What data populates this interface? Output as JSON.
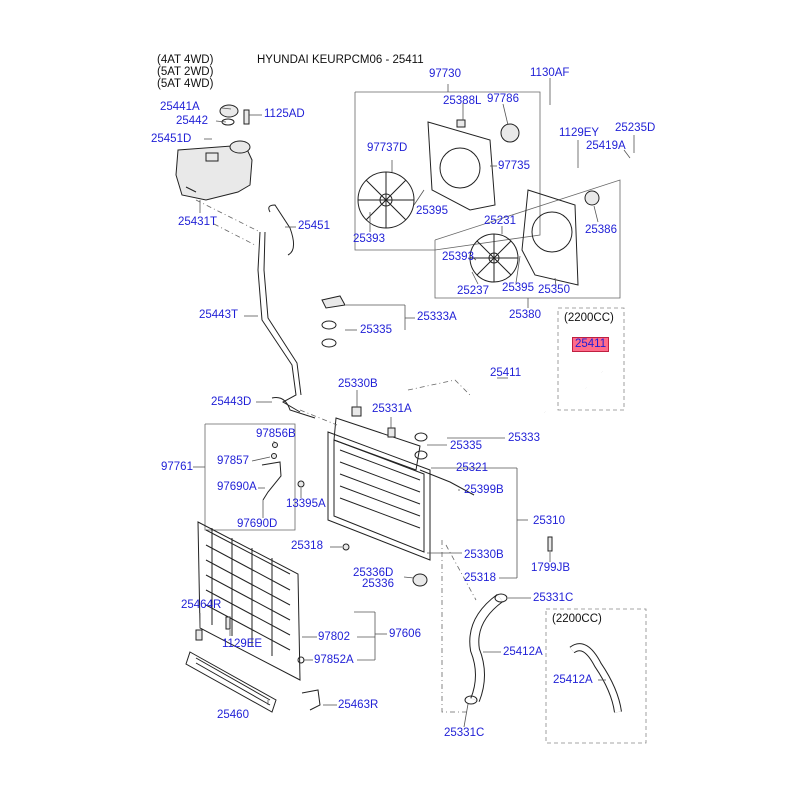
{
  "header": {
    "variants": [
      "(4AT 4WD)",
      "(5AT 2WD)",
      "(5AT 4WD)"
    ],
    "title": "HYUNDAI KEURPCM06 - 25411"
  },
  "groups": {
    "g2200_a": "(2200CC)",
    "g2200_b": "(2200CC)"
  },
  "highlight": "25411",
  "parts": {
    "p25441A": "25441A",
    "p25442": "25442",
    "p1125AD": "1125AD",
    "p25451D": "25451D",
    "p25431T": "25431T",
    "p25451": "25451",
    "p25443T": "25443T",
    "p25443D": "25443D",
    "p97730": "97730",
    "p25388L": "25388L",
    "p97786": "97786",
    "p1130AF": "1130AF",
    "p97737D": "97737D",
    "p97735": "97735",
    "p25395a": "25395",
    "p25393a": "25393",
    "p1129EY": "1129EY",
    "p25235D": "25235D",
    "p25419A": "25419A",
    "p25231": "25231",
    "p25386": "25386",
    "p25393b": "25393",
    "p25237": "25237",
    "p25395b": "25395",
    "p25350": "25350",
    "p25380": "25380",
    "p25333A": "25333A",
    "p25335a": "25335",
    "p25411main": "25411",
    "p25330B": "25330B",
    "p25331A": "25331A",
    "p25335b": "25335",
    "p25333": "25333",
    "p25321": "25321",
    "p25399B": "25399B",
    "p25310": "25310",
    "p25330Bb": "25330B",
    "p25318b": "25318",
    "p25318a": "25318",
    "p1799JB": "1799JB",
    "p25336D": "25336D",
    "p25336": "25336",
    "p97856B": "97856B",
    "p97857": "97857",
    "p97761": "97761",
    "p97690A": "97690A",
    "p13395A": "13395A",
    "p97690D": "97690D",
    "p25464R": "25464R",
    "p1129EE": "1129EE",
    "p97802": "97802",
    "p97606": "97606",
    "p97852A": "97852A",
    "p25460": "25460",
    "p25463R": "25463R",
    "p25331C": "25331C",
    "p25412A": "25412A",
    "p25331Cb": "25331C",
    "p25412Ab": "25412A"
  }
}
